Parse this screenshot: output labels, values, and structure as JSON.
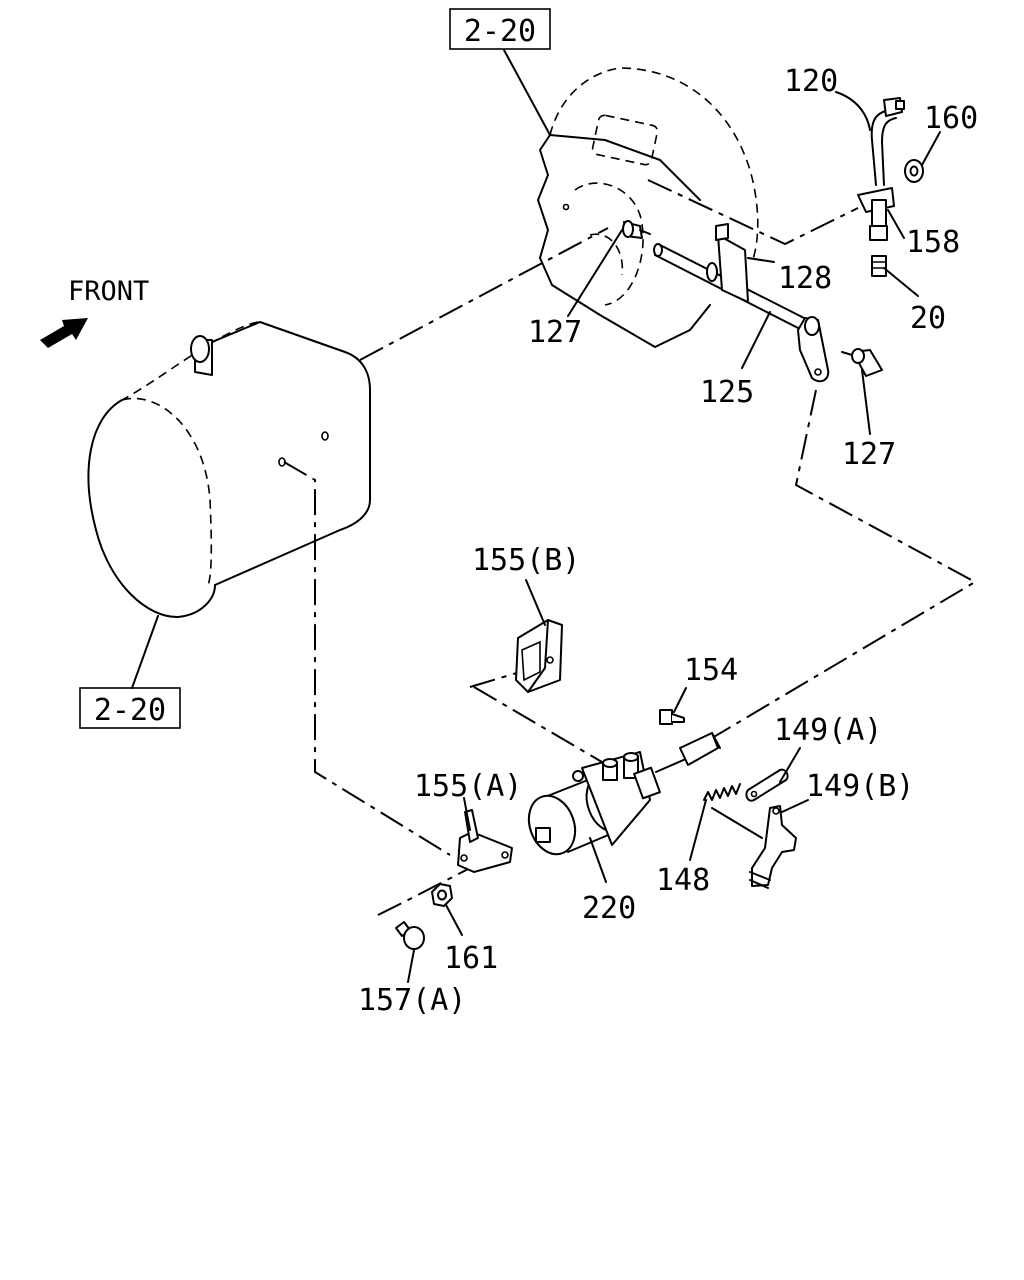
{
  "direction_label": "FRONT",
  "reference_boxes": [
    "2-20",
    "2-20"
  ],
  "callouts": {
    "p120": "120",
    "p160": "160",
    "p158": "158",
    "p128": "128",
    "p20": "20",
    "p127_top": "127",
    "p125": "125",
    "p127_right": "127",
    "p155b": "155(B)",
    "p154": "154",
    "p149a": "149(A)",
    "p155a": "155(A)",
    "p149b": "149(B)",
    "p148": "148",
    "p220": "220",
    "p161": "161",
    "p157a": "157(A)"
  }
}
